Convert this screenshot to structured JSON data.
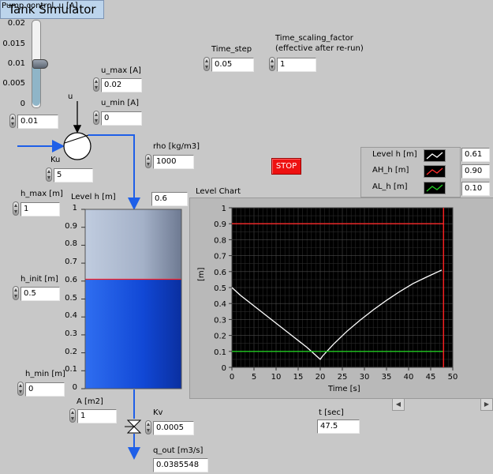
{
  "app": {
    "title": "Tank Simulator"
  },
  "pump": {
    "label": "Pump control, u [A]",
    "ticks": [
      "0.02",
      "0.015",
      "0.01",
      "0.005",
      "0"
    ],
    "slider_value": 0.01,
    "value": "0.01",
    "u_label": "u"
  },
  "u_max": {
    "label": "u_max [A]",
    "value": "0.02"
  },
  "u_min": {
    "label": "u_min [A]",
    "value": "0"
  },
  "ku": {
    "label": "Ku",
    "value": "5"
  },
  "time_step": {
    "label": "Time_step",
    "value": "0.05"
  },
  "time_scaling": {
    "label_line1": "Time_scaling_factor",
    "label_line2": "(effective after re-run)",
    "value": "1"
  },
  "rho": {
    "label": "rho [kg/m3]",
    "value": "1000"
  },
  "stop_button": {
    "label": "STOP"
  },
  "h_max": {
    "label": "h_max [m]",
    "value": "1"
  },
  "h_init": {
    "label": "h_init [m]",
    "value": "0.5"
  },
  "h_min": {
    "label": "h_min [m]",
    "value": "0"
  },
  "area": {
    "label": "A [m2]",
    "value": "1"
  },
  "kv": {
    "label": "Kv",
    "value": "0.0005"
  },
  "q_out": {
    "label": "q_out [m3/s]",
    "value": "0.0385548"
  },
  "t": {
    "label": "t [sec]",
    "value": "47.5"
  },
  "tank": {
    "label": "Level h [m]",
    "value": "0.6",
    "level": 0.61,
    "ticks": [
      "1",
      "0.9",
      "0.8",
      "0.7",
      "0.6",
      "0.5",
      "0.4",
      "0.3",
      "0.2",
      "0.1",
      "0"
    ],
    "water_color": "#1451d9",
    "empty_color": "#a8b4cc",
    "marker_color": "#ff2020"
  },
  "legend": {
    "items": [
      {
        "name": "Level h [m]",
        "value": "0.61",
        "color": "#ffffff"
      },
      {
        "name": "AH_h [m]",
        "value": "0.90",
        "color": "#ff2b2b"
      },
      {
        "name": "AL_h [m]",
        "value": "0.10",
        "color": "#22cc22"
      }
    ]
  },
  "chart_data": {
    "type": "line",
    "title": "Level Chart",
    "xlabel": "Time [s]",
    "ylabel": "[m]",
    "xlim": [
      0,
      50
    ],
    "ylim": [
      0,
      1
    ],
    "x_ticks": [
      "0",
      "5",
      "10",
      "15",
      "20",
      "25",
      "30",
      "35",
      "40",
      "45",
      "50"
    ],
    "y_ticks": [
      "1",
      "0.9",
      "0.8",
      "0.7",
      "0.6",
      "0.5",
      "0.4",
      "0.3",
      "0.2",
      "0.1",
      "0"
    ],
    "grid": true,
    "cursor_x": 47.9,
    "series": [
      {
        "name": "Level h [m]",
        "color": "#ffffff",
        "x": [
          0,
          2,
          5,
          8,
          11,
          14,
          17,
          20,
          20.5,
          23,
          26,
          29,
          32,
          35,
          38,
          41,
          44,
          47.5
        ],
        "y": [
          0.5,
          0.45,
          0.385,
          0.32,
          0.255,
          0.19,
          0.125,
          0.05,
          0.07,
          0.145,
          0.225,
          0.295,
          0.36,
          0.42,
          0.475,
          0.525,
          0.565,
          0.61
        ]
      },
      {
        "name": "AH_h [m]",
        "color": "#ff2b2b",
        "x": [
          0,
          47.9
        ],
        "y": [
          0.9,
          0.9
        ]
      },
      {
        "name": "AL_h [m]",
        "color": "#22cc22",
        "x": [
          0,
          47.9
        ],
        "y": [
          0.1,
          0.1
        ]
      }
    ]
  }
}
